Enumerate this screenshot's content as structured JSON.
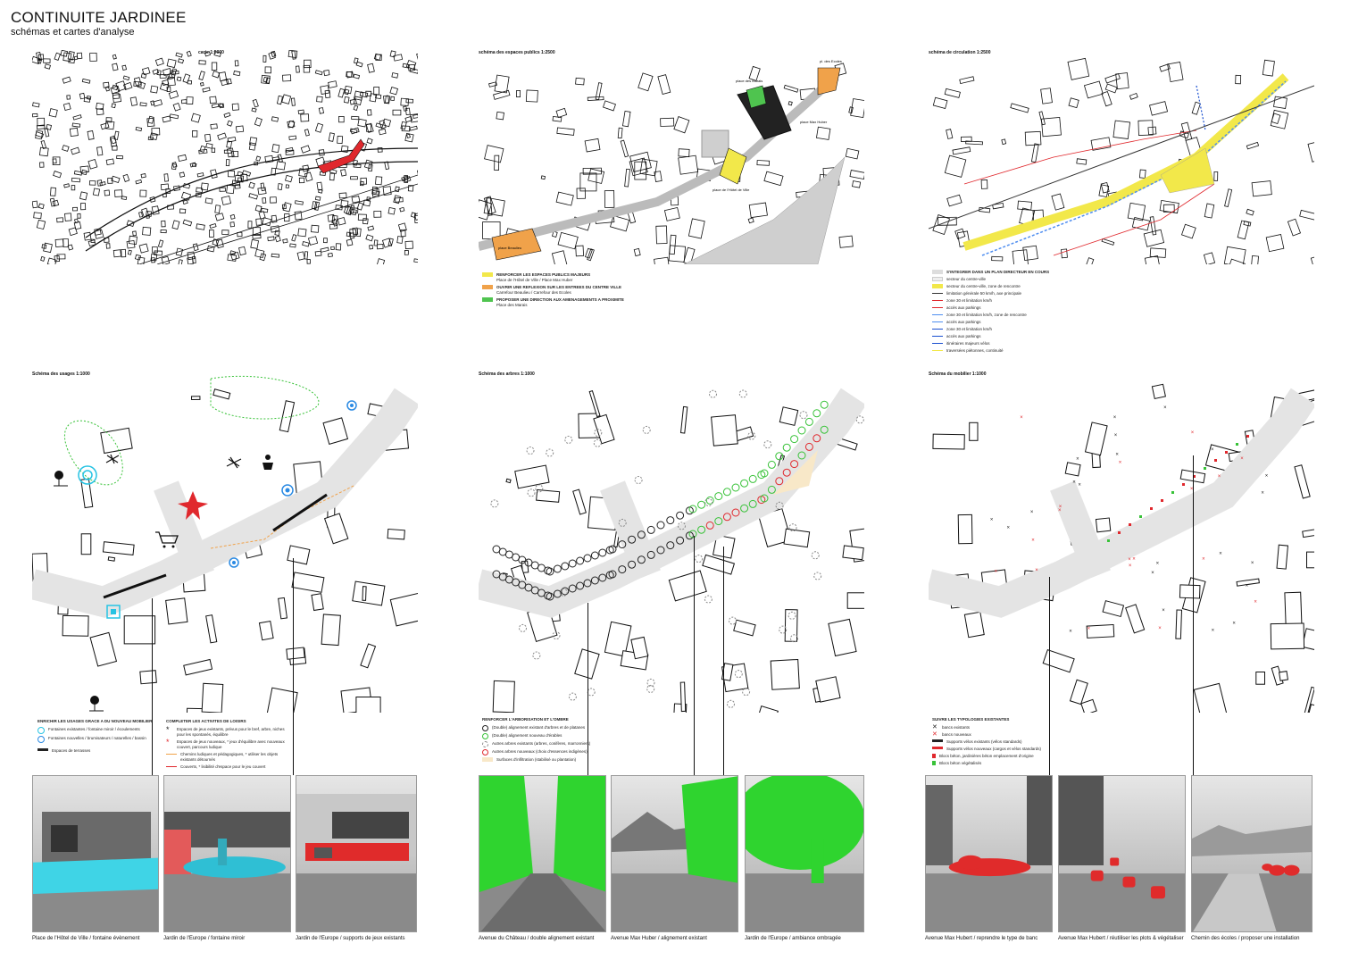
{
  "header": {
    "title": "CONTINUITE JARDINEE",
    "subtitle": "schémas et cartes d'analyse"
  },
  "maps_top": [
    {
      "label": "carte 1:5000"
    },
    {
      "label": "schéma des espaces publics 1:2500"
    },
    {
      "label": "schéma de circulation 1:2500"
    }
  ],
  "maps_bottom": [
    {
      "label": "Schéma des usages 1:1000"
    },
    {
      "label": "Schéma des arbres 1:1000"
    },
    {
      "label": "Schéma du mobilier 1:1000"
    }
  ],
  "map_labels": {
    "place_beaulieu": "place Beaulieu",
    "place_hotel_ville": "place de l'Hôtel de Ville",
    "place_max_huber": "place Max Huber",
    "place_ecoles": "pl. des Ecoles",
    "place_marais": "place des Marais"
  },
  "legends": {
    "public_spaces": [
      {
        "text": "RENFORCER LES ESPACES PUBLICS MAJEURS",
        "sub": "Place de l'Hôtel de Ville / Place Max Huber",
        "color": "#f2e84a"
      },
      {
        "text": "OUVRIR UNE REFLEXION SUR LES ENTREES DU CENTRE VILLE",
        "sub": "Carrefour Beaulieu / Carrefour des Ecoles",
        "color": "#f0a24a"
      },
      {
        "text": "PROPOSER UNE DIRECTION AUX AMENAGEMENTS A PROXIMITE",
        "sub": "Place des Marais",
        "color": "#4fc44f"
      }
    ],
    "circulation": [
      {
        "text": "S'INTEGRER DANS UN PLAN DIRECTEUR EN COURS",
        "color": "#dddddd"
      },
      {
        "text": "secteur du centre-ville",
        "color": "#eeeeee"
      },
      {
        "text": "secteur du centre-ville, zone de rencontre",
        "color": "#f2e84a"
      },
      {
        "text": "limitation générale 50 km/h, axe principale",
        "color": "#333333"
      },
      {
        "text": "zone 30 et limitation km/h",
        "color": "#e0282d"
      },
      {
        "text": "accès aux parkings",
        "color": "#e0282d"
      },
      {
        "text": "zone 30 et limitation km/h, zone de rencontre",
        "color": "#4f8ef0"
      },
      {
        "text": "accès aux parkings",
        "color": "#4f8ef0"
      },
      {
        "text": "zone 30 et limitation km/h",
        "color": "#1a4fd0"
      },
      {
        "text": "accès aux parkings",
        "color": "#1a4fd0"
      },
      {
        "text": "itinéraires majeurs vélos",
        "color": "#1a4fd0"
      },
      {
        "text": "traversées piétonnes, continuité",
        "color": "#f2e84a"
      }
    ],
    "usages": {
      "left_head": "ENRICHIR LES USAGES GRACE A DU NOUVEAU MOBILIER",
      "left": [
        {
          "text": "Fontaines existantes / fontaine miroir / écoulements",
          "color": "#27c3e3"
        },
        {
          "text": "Fontaines nouvelles / brumisateurs / naturelles / bassin",
          "color": "#2a8ae3"
        },
        {
          "text": "Espaces de terrasses",
          "color": "#222222"
        }
      ],
      "right_head": "COMPLETER LES ACTIVITES DE LOISIRS",
      "right": [
        {
          "text": "Espaces de jeux existants, prévus pour le bref, arbre, niches pour les spontanés, équilibre",
          "color": "#222222"
        },
        {
          "text": "Espaces de jeux nouveaux, * jeux d'équilibre avec nouveaux couvert, parcours ludique",
          "color": "#e0282d"
        },
        {
          "text": "Chemins ludiques et pédagogiques, * utiliser les objets existants détournés",
          "color": "#f0a24a"
        },
        {
          "text": "Couverts, * lisibilité d'espace pour le jeu couvert",
          "color": "#e0282d"
        }
      ]
    },
    "trees": {
      "head": "RENFORCER L'ARBORISATION ET L'OMBRE",
      "items": [
        {
          "text": "(Double) alignement existant d'arbres et de platanes",
          "color": "#222222"
        },
        {
          "text": "(Double) alignement nouveau d'érables",
          "color": "#38c238"
        },
        {
          "text": "Autres arbres existants (arbres, conifères, marronniers)",
          "color": "#888888"
        },
        {
          "text": "Autres arbres nouveaux (choix d'essences indigènes)",
          "color": "#e0282d"
        },
        {
          "text": "Surfaces d'infiltration (stabilisé ou plantation)",
          "color": "#f8e8c8"
        }
      ]
    },
    "furniture": {
      "head": "SUIVRE LES TYPOLOGIES EXISTANTES",
      "items": [
        {
          "text": "bancs existants",
          "color": "#222222"
        },
        {
          "text": "bancs nouveaux",
          "color": "#e0282d"
        },
        {
          "text": "Supports vélos existants (vélos standards)",
          "color": "#222222"
        },
        {
          "text": "Supports vélos nouveaux (cargos et vélos standards)",
          "color": "#e0282d"
        },
        {
          "text": "Blocs béton, jardinières béton emplacement d'origine",
          "color": "#e0282d"
        },
        {
          "text": "Blocs béton végétalisés",
          "color": "#38c238"
        }
      ]
    }
  },
  "photos": [
    {
      "caption": "Place de l'Hôtel de Ville / fontaine évènement",
      "accent": "#3fd4e6"
    },
    {
      "caption": "Jardin de l'Europe / fontaine miroir",
      "accent": "#2fbfd4"
    },
    {
      "caption": "Jardin de l'Europe / supports de jeux existants",
      "accent": "#e02b2b"
    },
    {
      "caption": "Avenue du Château / double alignement existant",
      "accent": "#2fd42f"
    },
    {
      "caption": "Avenue Max Huber / alignement existant",
      "accent": "#2fd42f"
    },
    {
      "caption": "Jardin de l'Europe / ambiance ombragée",
      "accent": "#2fd42f"
    },
    {
      "caption": "Avenue Max Hubert / reprendre le type de banc",
      "accent": "#e02b2b"
    },
    {
      "caption": "Avenue Max Hubert / réutiliser les plots & végétaliser",
      "accent": "#e02b2b"
    },
    {
      "caption": "Chemin des écoles / proposer une installation",
      "accent": "#e02b2b"
    }
  ]
}
